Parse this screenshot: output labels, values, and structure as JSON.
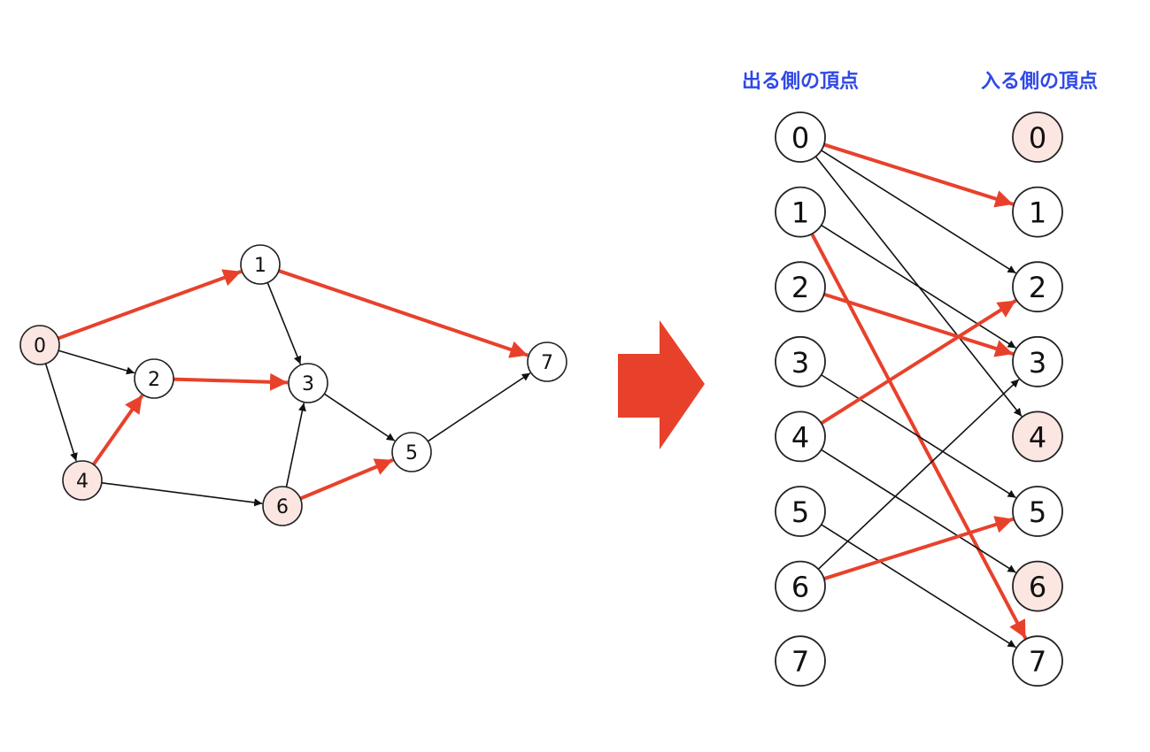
{
  "colors": {
    "highlight": "#e8412b",
    "edge": "#111111",
    "node_stroke": "#222222",
    "node_fill": "#ffffff",
    "node_highlight_fill": "#fbe6e2",
    "header_text": "#2f48e8"
  },
  "headers": {
    "out_side": "出る側の頂点",
    "in_side": "入る側の頂点"
  },
  "graph": {
    "nodes": [
      {
        "id": "0",
        "label": "0",
        "highlighted": true
      },
      {
        "id": "1",
        "label": "1",
        "highlighted": false
      },
      {
        "id": "2",
        "label": "2",
        "highlighted": false
      },
      {
        "id": "3",
        "label": "3",
        "highlighted": false
      },
      {
        "id": "4",
        "label": "4",
        "highlighted": true
      },
      {
        "id": "5",
        "label": "5",
        "highlighted": false
      },
      {
        "id": "6",
        "label": "6",
        "highlighted": true
      },
      {
        "id": "7",
        "label": "7",
        "highlighted": false
      }
    ],
    "edges": [
      {
        "from": "0",
        "to": "1",
        "matched": true
      },
      {
        "from": "0",
        "to": "2",
        "matched": false
      },
      {
        "from": "0",
        "to": "4",
        "matched": false
      },
      {
        "from": "1",
        "to": "3",
        "matched": false
      },
      {
        "from": "1",
        "to": "7",
        "matched": true
      },
      {
        "from": "2",
        "to": "3",
        "matched": true
      },
      {
        "from": "3",
        "to": "5",
        "matched": false
      },
      {
        "from": "4",
        "to": "2",
        "matched": true
      },
      {
        "from": "4",
        "to": "6",
        "matched": false
      },
      {
        "from": "5",
        "to": "7",
        "matched": false
      },
      {
        "from": "6",
        "to": "3",
        "matched": false
      },
      {
        "from": "6",
        "to": "5",
        "matched": true
      }
    ]
  },
  "bipartite": {
    "left_nodes": [
      "0",
      "1",
      "2",
      "3",
      "4",
      "5",
      "6",
      "7"
    ],
    "right_nodes": [
      {
        "label": "0",
        "highlighted": true
      },
      {
        "label": "1",
        "highlighted": false
      },
      {
        "label": "2",
        "highlighted": false
      },
      {
        "label": "3",
        "highlighted": false
      },
      {
        "label": "4",
        "highlighted": true
      },
      {
        "label": "5",
        "highlighted": false
      },
      {
        "label": "6",
        "highlighted": true
      },
      {
        "label": "7",
        "highlighted": false
      }
    ],
    "edges": [
      {
        "from": "0",
        "to": "1",
        "matched": true
      },
      {
        "from": "0",
        "to": "2",
        "matched": false
      },
      {
        "from": "0",
        "to": "4",
        "matched": false
      },
      {
        "from": "1",
        "to": "3",
        "matched": false
      },
      {
        "from": "1",
        "to": "7",
        "matched": true
      },
      {
        "from": "2",
        "to": "3",
        "matched": true
      },
      {
        "from": "3",
        "to": "5",
        "matched": false
      },
      {
        "from": "4",
        "to": "2",
        "matched": true
      },
      {
        "from": "4",
        "to": "6",
        "matched": false
      },
      {
        "from": "5",
        "to": "7",
        "matched": false
      },
      {
        "from": "6",
        "to": "3",
        "matched": false
      },
      {
        "from": "6",
        "to": "5",
        "matched": true
      }
    ]
  }
}
